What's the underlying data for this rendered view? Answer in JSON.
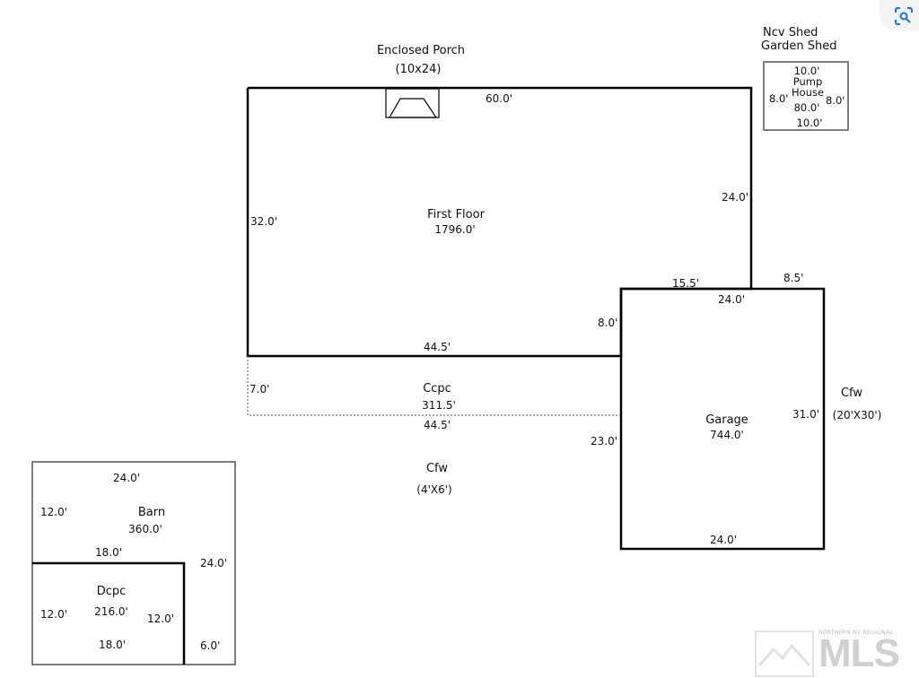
{
  "porch": {
    "title": "Enclosed Porch",
    "size": "(10x24)"
  },
  "shed": {
    "line1": "Ncv  Shed",
    "line2": "Garden Shed"
  },
  "pump": {
    "top": "10.0'",
    "name1": "Pump",
    "name2": "House",
    "left": "8.0'",
    "right": "8.0'",
    "area": "80.0'",
    "bottom": "10.0'"
  },
  "first_floor": {
    "name": "First Floor",
    "area": "1796.0'",
    "top": "60.0'",
    "left": "32.0'",
    "right": "24.0'",
    "notch_top": "15.5'",
    "notch_side": "8.0'",
    "bottom": "44.5'"
  },
  "ccpc": {
    "name": "Ccpc",
    "area": "311.5'",
    "left": "7.0'",
    "bottom": "44.5'"
  },
  "cfw_small": {
    "name": "Cfw",
    "size": "(4'X6')"
  },
  "cfw_garage": {
    "name": "Cfw",
    "size": "(20'X30')"
  },
  "garage": {
    "name": "Garage",
    "area": "744.0'",
    "top": "24.0'",
    "right": "31.0'",
    "left": "23.0'",
    "bottom": "24.0'",
    "ext": "8.5'"
  },
  "barn": {
    "name": "Barn",
    "area": "360.0'",
    "top": "24.0'",
    "left": "12.0'",
    "inner": "18.0'",
    "right": "24.0'"
  },
  "dcpc": {
    "name": "Dcpc",
    "area": "216.0'",
    "left": "12.0'",
    "right": "12.0'",
    "bottom": "18.0'",
    "gap": "6.0'"
  },
  "logo": {
    "caption": "NORTHERN NV REGIONAL",
    "word": "MLS"
  },
  "icons": {
    "lens": "lens-search-icon",
    "mountain": "mountain-logo-icon"
  }
}
